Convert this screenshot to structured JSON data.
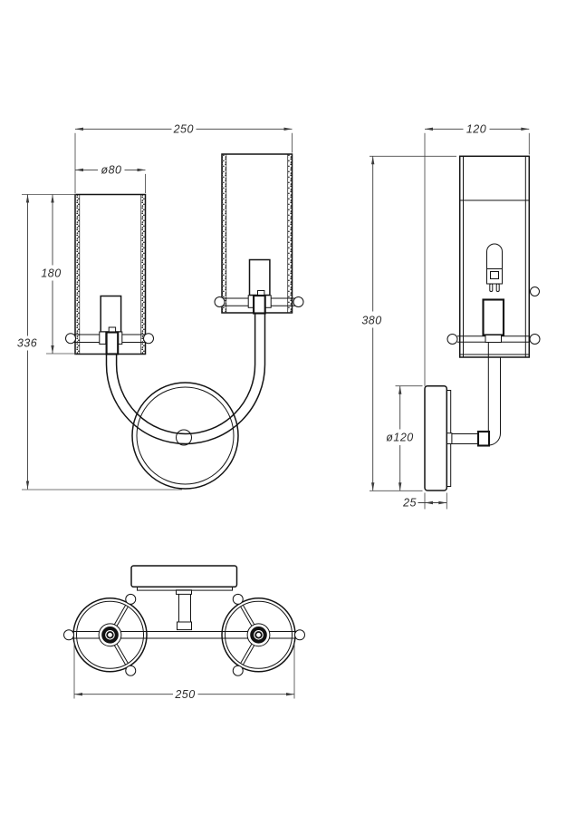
{
  "page": {
    "background": "#ffffff",
    "line_color": "#141414",
    "dimension_color": "#3c3c3c",
    "drawing_type": "technical dimensional drawing",
    "subject": "two-arm wall sconce with cylindrical shades"
  },
  "dims": {
    "front_width": "250",
    "front_shade_diameter": "ø80",
    "front_shade_height": "180",
    "front_total_height": "336",
    "side_depth": "120",
    "side_height": "380",
    "side_plate_diameter": "ø120",
    "side_plate_thickness": "25",
    "top_width": "250"
  }
}
